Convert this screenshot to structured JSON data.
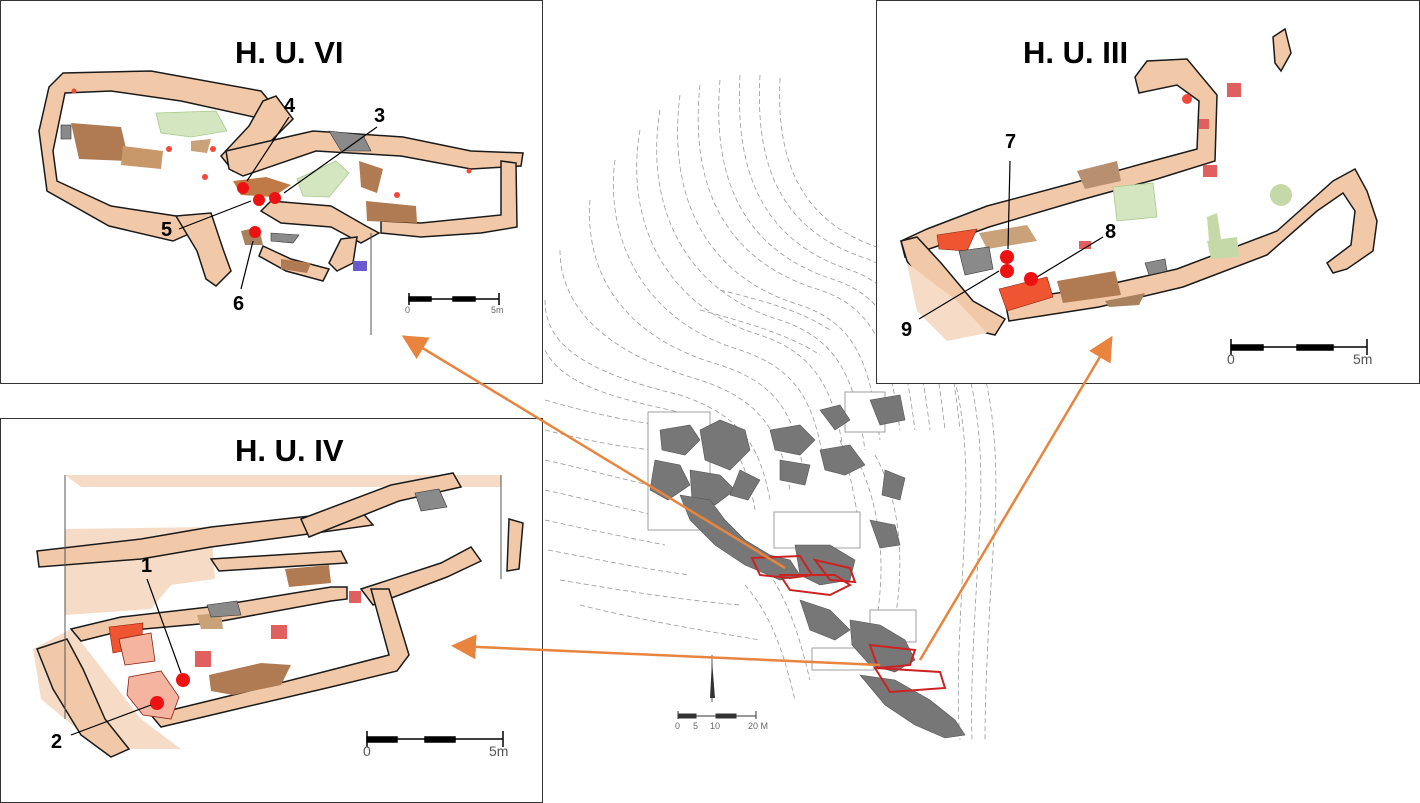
{
  "site_plan": {
    "scale": {
      "zero": "0",
      "five": "5",
      "ten": "10",
      "end": "20 M"
    }
  },
  "panels": {
    "vi": {
      "title": "H. U. VI",
      "labels": [
        "4",
        "3",
        "5",
        "6"
      ],
      "scale": {
        "start": "0",
        "end": "5m"
      }
    },
    "iii": {
      "title": "H. U. III",
      "labels": [
        "7",
        "8",
        "9"
      ],
      "scale": {
        "start": "0",
        "end": "5m"
      }
    },
    "iv": {
      "title": "H. U. IV",
      "labels": [
        "1",
        "2"
      ],
      "scale": {
        "start": "0",
        "end": "5m"
      }
    }
  },
  "colors": {
    "wall": "#f2c9a8",
    "wall_outline": "#1a1a1a",
    "dark_floor": "#b07b53",
    "red_dot": "#ee1111",
    "arrow": "#e8843e",
    "green": "#a8c98a",
    "grey": "#8a8a8a",
    "bright_red": "#ee5530",
    "contour": "#9a9a9a",
    "structure_outline": "#cc2222"
  }
}
